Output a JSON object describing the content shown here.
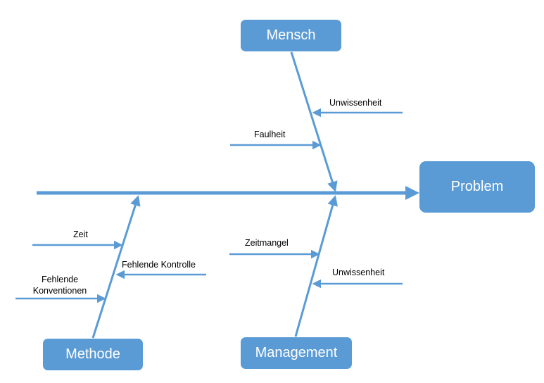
{
  "diagram": {
    "problem": "Problem",
    "categories": {
      "mensch": "Mensch",
      "methode": "Methode",
      "management": "Management"
    },
    "causes": {
      "mensch": [
        "Unwissenheit",
        "Faulheit"
      ],
      "methode": [
        "Zeit",
        "Fehlende Kontrolle",
        "Fehlende",
        "Konventionen"
      ],
      "management": [
        "Zeitmangel",
        "Unwissenheit"
      ]
    },
    "colors": {
      "accent": "#5b9bd5",
      "box_text": "#ffffff",
      "label_text": "#000000"
    }
  }
}
